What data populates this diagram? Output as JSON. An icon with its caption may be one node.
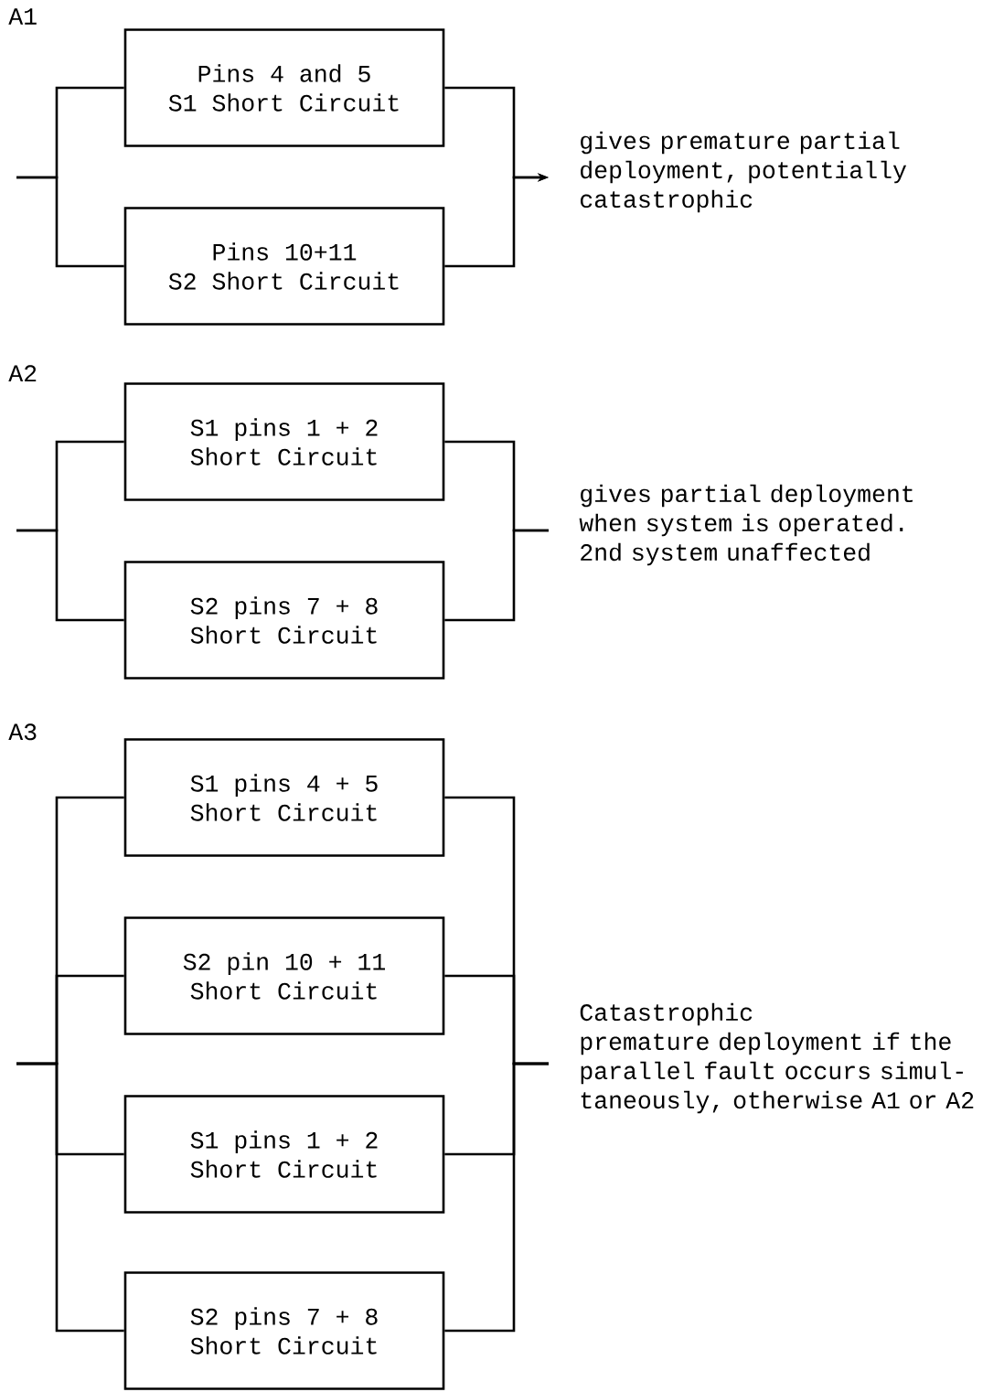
{
  "diagram": {
    "nodes": [
      {
        "text": [
          "Pins 4 and 5",
          "S1 Short Circuit"
        ]
      },
      {
        "text": [
          "Pins 10+11",
          "S2 Short Circuit"
        ]
      },
      {
        "text": [
          "gives premature partial deployment, potentially catastrophic"
        ]
      },
      {
        "text": [
          "S1 pins 1 + 2",
          "Short Circuit"
        ]
      },
      {
        "text": [
          "S2 pins 7 + 8",
          "Short Circuit"
        ]
      },
      {
        "text": [
          "gives partial deployment when system is operated. 2nd system unaffected"
        ]
      },
      {
        "text": [
          "S1 pins 4 + 5",
          "Short Circuit"
        ]
      },
      {
        "text": [
          "S2 pin 10 + 11",
          "Short Circuit"
        ]
      },
      {
        "text": [
          "S1 pins 1 + 2",
          "Short Circuit"
        ]
      },
      {
        "text": [
          "S2 pins 7 + 8",
          "Short Circuit"
        ]
      },
      {
        "text": [
          "Catastrophic",
          "premature deployment if the parallel fault occurs simul-taneously, otherwise A1 or A2"
        ]
      }
    ],
    "edges": [
      {
        "from": null,
        "to": 0,
        "arrow": "none"
      },
      {
        "from": null,
        "to": 1,
        "arrow": "none"
      },
      {
        "from": 0,
        "to": 2,
        "arrow": "to"
      },
      {
        "from": 1,
        "to": 2,
        "arrow": "to"
      },
      {
        "from": null,
        "to": 3,
        "arrow": "none"
      },
      {
        "from": null,
        "to": 4,
        "arrow": "none"
      },
      {
        "from": 3,
        "to": 5,
        "arrow": "none"
      },
      {
        "from": 4,
        "to": 5,
        "arrow": "none"
      },
      {
        "from": null,
        "to": 6,
        "arrow": "none"
      },
      {
        "from": null,
        "to": 7,
        "arrow": "none"
      },
      {
        "from": null,
        "to": 8,
        "arrow": "none"
      },
      {
        "from": null,
        "to": 9,
        "arrow": "none"
      },
      {
        "from": 6,
        "to": 10,
        "arrow": "none"
      },
      {
        "from": 7,
        "to": 10,
        "arrow": "none"
      },
      {
        "from": 8,
        "to": 10,
        "arrow": "none"
      },
      {
        "from": 9,
        "to": 10,
        "arrow": "none"
      }
    ],
    "labels": [
      "A1",
      "A2",
      "A3"
    ]
  }
}
